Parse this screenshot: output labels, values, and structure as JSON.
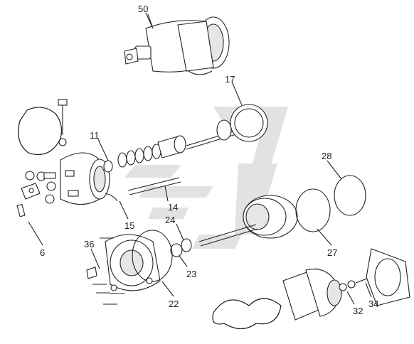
{
  "diagram": {
    "callouts": [
      {
        "id": "c50",
        "label": "50"
      },
      {
        "id": "c17",
        "label": "17"
      },
      {
        "id": "c11",
        "label": "11"
      },
      {
        "id": "c28",
        "label": "28"
      },
      {
        "id": "c14",
        "label": "14"
      },
      {
        "id": "c24",
        "label": "24"
      },
      {
        "id": "c15",
        "label": "15"
      },
      {
        "id": "c36",
        "label": "36"
      },
      {
        "id": "c6",
        "label": "6"
      },
      {
        "id": "c23",
        "label": "23"
      },
      {
        "id": "c27",
        "label": "27"
      },
      {
        "id": "c22",
        "label": "22"
      },
      {
        "id": "c32",
        "label": "32"
      },
      {
        "id": "c34",
        "label": "34"
      }
    ],
    "colors": {
      "line": "#222222",
      "watermark": "#e0e0e0",
      "background": "#ffffff"
    }
  }
}
